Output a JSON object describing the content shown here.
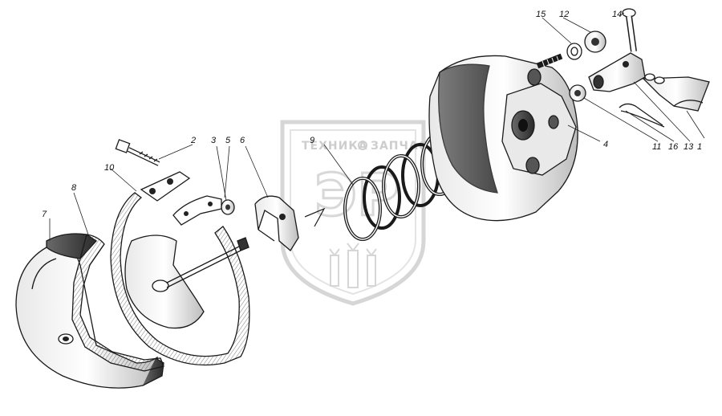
{
  "watermark": {
    "word_left": "ТЕХНИКА",
    "word_right": "ЗАПЧАСТИ",
    "logo": "ЭР"
  },
  "callouts": {
    "c1": "1",
    "c2": "2",
    "c3": "3",
    "c4": "4",
    "c5": "5",
    "c6": "6",
    "c7": "7",
    "c8": "8",
    "c9": "9",
    "c10": "10",
    "c11": "11",
    "c12": "12",
    "c13": "13",
    "c14": "14",
    "c15": "15",
    "c16": "16"
  },
  "colors": {
    "ink": "#1a1a1a",
    "watermark": "#c8c8c8",
    "background": "#ffffff"
  }
}
